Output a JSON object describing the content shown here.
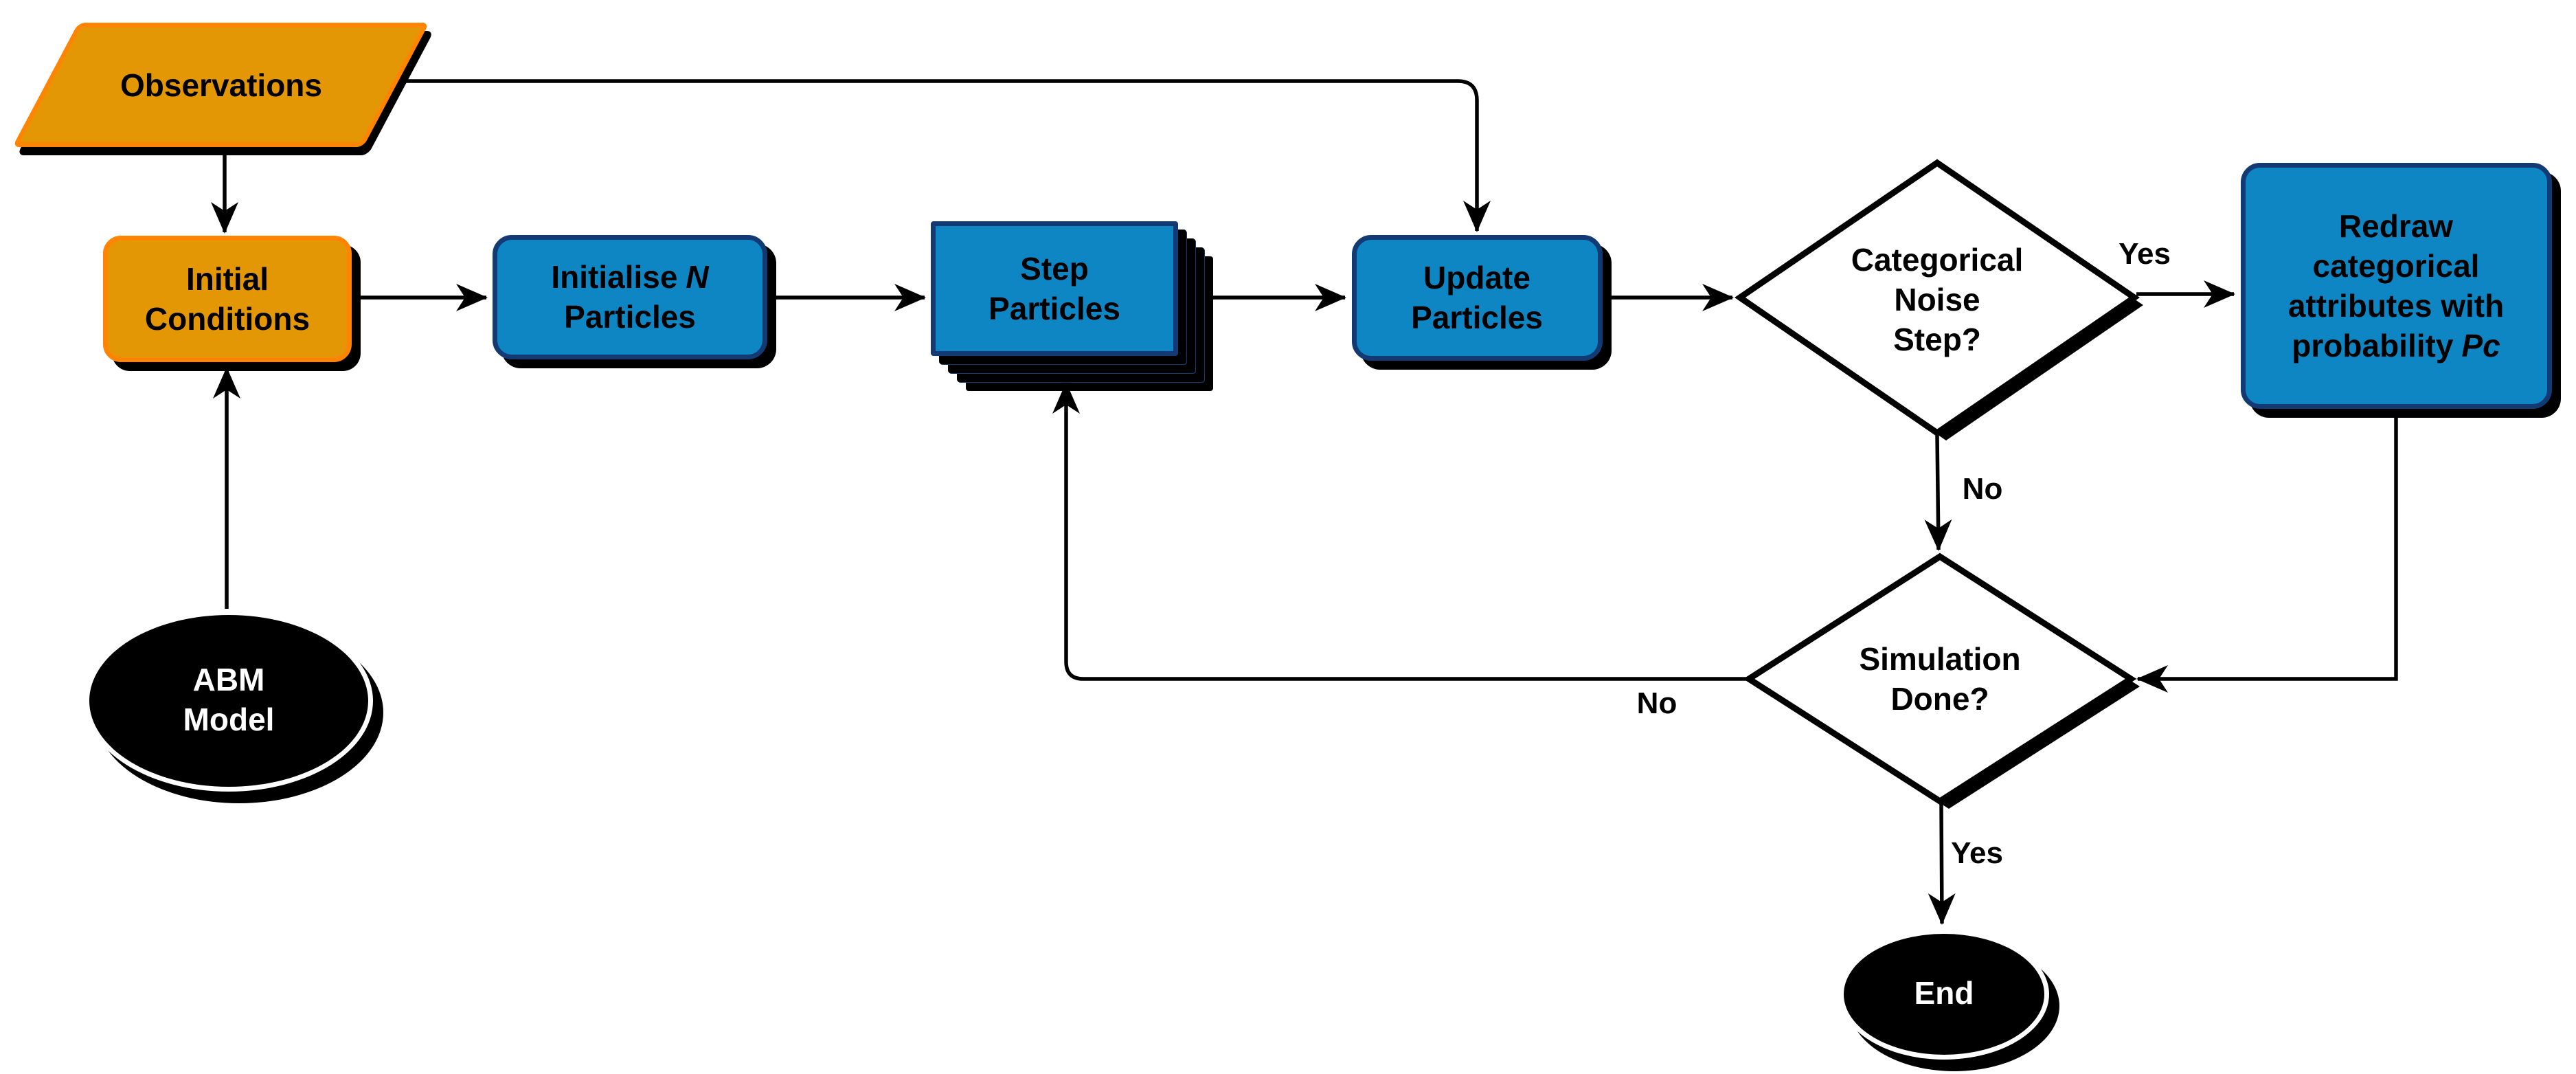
{
  "nodes": {
    "observations": {
      "label": "Observations"
    },
    "initial_conditions": {
      "line1": "Initial",
      "line2": "Conditions"
    },
    "initialise_particles": {
      "line1_text": "Initialise",
      "line1_var": "N",
      "line2": "Particles"
    },
    "step_particles": {
      "line1": "Step",
      "line2": "Particles"
    },
    "update_particles": {
      "line1": "Update",
      "line2": "Particles"
    },
    "categorical_noise": {
      "line1": "Categorical",
      "line2": "Noise",
      "line3": "Step?"
    },
    "redraw_attributes": {
      "line1": "Redraw",
      "line2": "categorical",
      "line3": "attributes with",
      "line4_text": "probability",
      "line4_var": "Pc"
    },
    "simulation_done": {
      "line1": "Simulation",
      "line2": "Done?"
    },
    "abm_model": {
      "line1": "ABM",
      "line2": "Model"
    },
    "end": {
      "label": "End"
    }
  },
  "edge_labels": {
    "categorical_yes": "Yes",
    "categorical_no": "No",
    "simulation_no": "No",
    "simulation_yes": "Yes"
  },
  "colors": {
    "process_blue_fill": "#0E86C4",
    "process_blue_border": "#133A73",
    "io_orange_fill": "#E49705",
    "io_orange_border": "#FF8403",
    "decision_fill": "#FFFFFF",
    "terminal_fill": "#000000",
    "line_color": "#000000",
    "shadow_color": "#000000"
  }
}
